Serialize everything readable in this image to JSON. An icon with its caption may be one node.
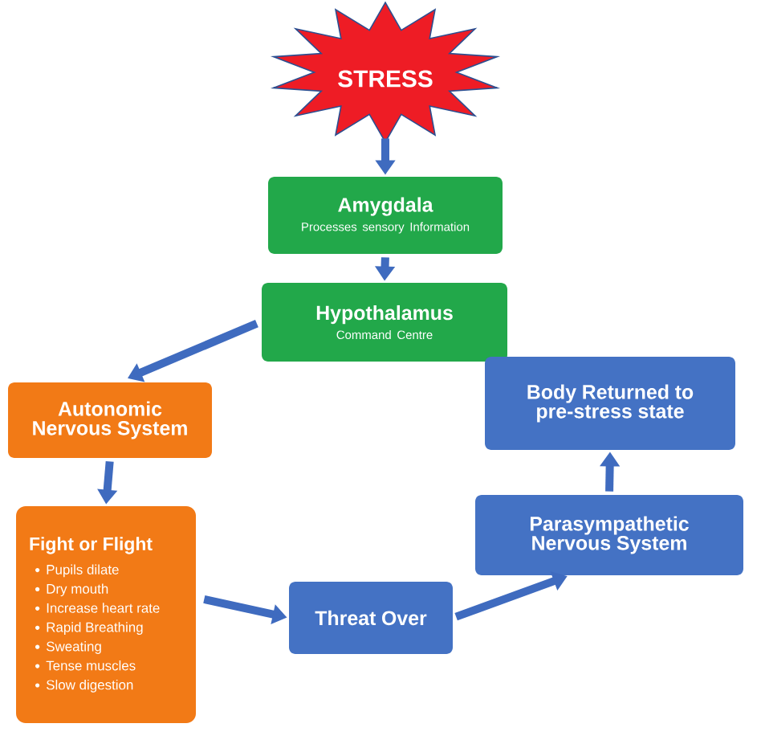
{
  "diagram": {
    "nodes": [
      {
        "text": [
          "STRESS"
        ]
      },
      {
        "text": [
          "Amygdala",
          "Processes sensory Information"
        ]
      },
      {
        "text": [
          "Hypothalamus",
          "Command Centre"
        ]
      },
      {
        "text": [
          "Autonomic Nervous System"
        ]
      },
      {
        "text": [
          "Fight or Flight",
          "Pupils dilate",
          "Dry mouth",
          "Increase heart rate",
          "Rapid Breathing",
          "Sweating",
          "Tense muscles",
          "Slow digestion"
        ]
      },
      {
        "text": [
          "Threat Over"
        ]
      },
      {
        "text": [
          "Parasympathetic Nervous System"
        ]
      },
      {
        "text": [
          "Body Returned to pre-stress state"
        ]
      }
    ],
    "edges": [
      {
        "from": 0,
        "to": 1,
        "arrow": "to"
      },
      {
        "from": 1,
        "to": 2,
        "arrow": "to"
      },
      {
        "from": 2,
        "to": 3,
        "arrow": "to"
      },
      {
        "from": 3,
        "to": 4,
        "arrow": "to"
      },
      {
        "from": 4,
        "to": 5,
        "arrow": "to"
      },
      {
        "from": 5,
        "to": 6,
        "arrow": "to"
      },
      {
        "from": 6,
        "to": 7,
        "arrow": "to"
      }
    ]
  }
}
